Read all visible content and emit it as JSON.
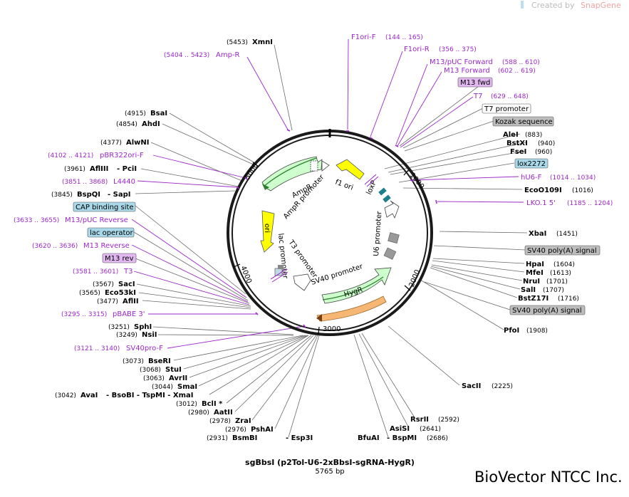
{
  "header": {
    "created_by": "Created by",
    "brand": "SnapGene"
  },
  "plasmid": {
    "name": "sgBbsI (p2Tol-U6-2xBbsI-sgRNA-HygR)",
    "length_label": "5765 bp"
  },
  "company": "BioVector NTCC Inc.",
  "ticks": [
    "1000",
    "2000",
    "3000",
    "4000",
    "5000"
  ],
  "features": [
    "f1 ori",
    "AmpR",
    "AmpR promoter",
    "ori",
    "lac promoter",
    "T3 promoter",
    "SV40 promoter",
    "HygR",
    "loxP",
    "U6 promoter"
  ],
  "sites": [
    {
      "pos": "(5453)",
      "name": "XmnI"
    },
    {
      "pos": "(4915)",
      "name": "BsaI"
    },
    {
      "pos": "(4854)",
      "name": "AhdI"
    },
    {
      "pos": "(4377)",
      "name": "AlwNI"
    },
    {
      "pos": "(3961)",
      "name": "AflIII",
      "extra": "- PciI"
    },
    {
      "pos": "(3845)",
      "name": "BspQI",
      "extra": "- SapI"
    },
    {
      "pos": "(3567)",
      "name": "SacI"
    },
    {
      "pos": "(3565)",
      "name": "Eco53kI"
    },
    {
      "pos": "(3477)",
      "name": "AflII"
    },
    {
      "pos": "(3251)",
      "name": "SphI"
    },
    {
      "pos": "(3249)",
      "name": "NsiI"
    },
    {
      "pos": "(3073)",
      "name": "BseRI"
    },
    {
      "pos": "(3068)",
      "name": "StuI"
    },
    {
      "pos": "(3063)",
      "name": "AvrII"
    },
    {
      "pos": "(3044)",
      "name": "SmaI"
    },
    {
      "pos": "(3042)",
      "name": "AvaI",
      "extra": "- BsoBI  - TspMI  - XmaI"
    },
    {
      "pos": "(3012)",
      "name": "BclI *"
    },
    {
      "pos": "(2980)",
      "name": "AatII"
    },
    {
      "pos": "(2978)",
      "name": "ZraI"
    },
    {
      "pos": "(2976)",
      "name": "PshAI"
    },
    {
      "pos": "(2931)",
      "name": "BsmBI",
      "extra": "- Esp3I"
    },
    {
      "pos": "(883)",
      "name": "AleI"
    },
    {
      "pos": "(940)",
      "name": "BstXI"
    },
    {
      "pos": "(960)",
      "name": "FseI"
    },
    {
      "pos": "(1016)",
      "name": "EcoO109I"
    },
    {
      "pos": "(1451)",
      "name": "XbaI"
    },
    {
      "pos": "(1604)",
      "name": "HpaI"
    },
    {
      "pos": "(1613)",
      "name": "MfeI"
    },
    {
      "pos": "(1701)",
      "name": "NruI"
    },
    {
      "pos": "(1707)",
      "name": "SalI"
    },
    {
      "pos": "(1716)",
      "name": "BstZ17I"
    },
    {
      "pos": "(1908)",
      "name": "PfoI"
    },
    {
      "pos": "(2225)",
      "name": "SacII"
    },
    {
      "pos": "(2592)",
      "name": "RsrII"
    },
    {
      "pos": "(2641)",
      "name": "AsiSI"
    },
    {
      "pos": "(2686)",
      "name": "BfuAI",
      "extra": "- BspMI"
    }
  ],
  "primers": [
    {
      "name": "F1ori-F",
      "range": "(144 .. 165)"
    },
    {
      "name": "F1ori-R",
      "range": "(356 .. 375)"
    },
    {
      "name": "M13/pUC Forward",
      "range": "(588 .. 610)"
    },
    {
      "name": "M13 Forward",
      "range": "(602 .. 619)"
    },
    {
      "name": "T7",
      "range": "(629 .. 648)"
    },
    {
      "name": "hU6-F",
      "range": "(1014 .. 1034)"
    },
    {
      "name": "LKO.1 5'",
      "range": "(1185 .. 1204)"
    },
    {
      "name": "Amp-R",
      "range": "(5404 .. 5423)"
    },
    {
      "name": "pBR322ori-F",
      "range": "(4102 .. 4121)"
    },
    {
      "name": "L4440",
      "range": "(3851 .. 3868)"
    },
    {
      "name": "M13/pUC Reverse",
      "range": "(3633 .. 3655)"
    },
    {
      "name": "M13 Reverse",
      "range": "(3620 .. 3636)"
    },
    {
      "name": "T3",
      "range": "(3581 .. 3601)"
    },
    {
      "name": "pBABE 3'",
      "range": "(3295 .. 3315)"
    },
    {
      "name": "SV40pro-F",
      "range": "(3121 .. 3140)"
    }
  ],
  "boxes": [
    "M13 fwd",
    "T7 promoter",
    "Kozak sequence",
    "lox2272",
    "SV40 poly(A) signal",
    "SV40 poly(A) signal",
    "CAP binding site",
    "lac operator",
    "M13 rev"
  ]
}
